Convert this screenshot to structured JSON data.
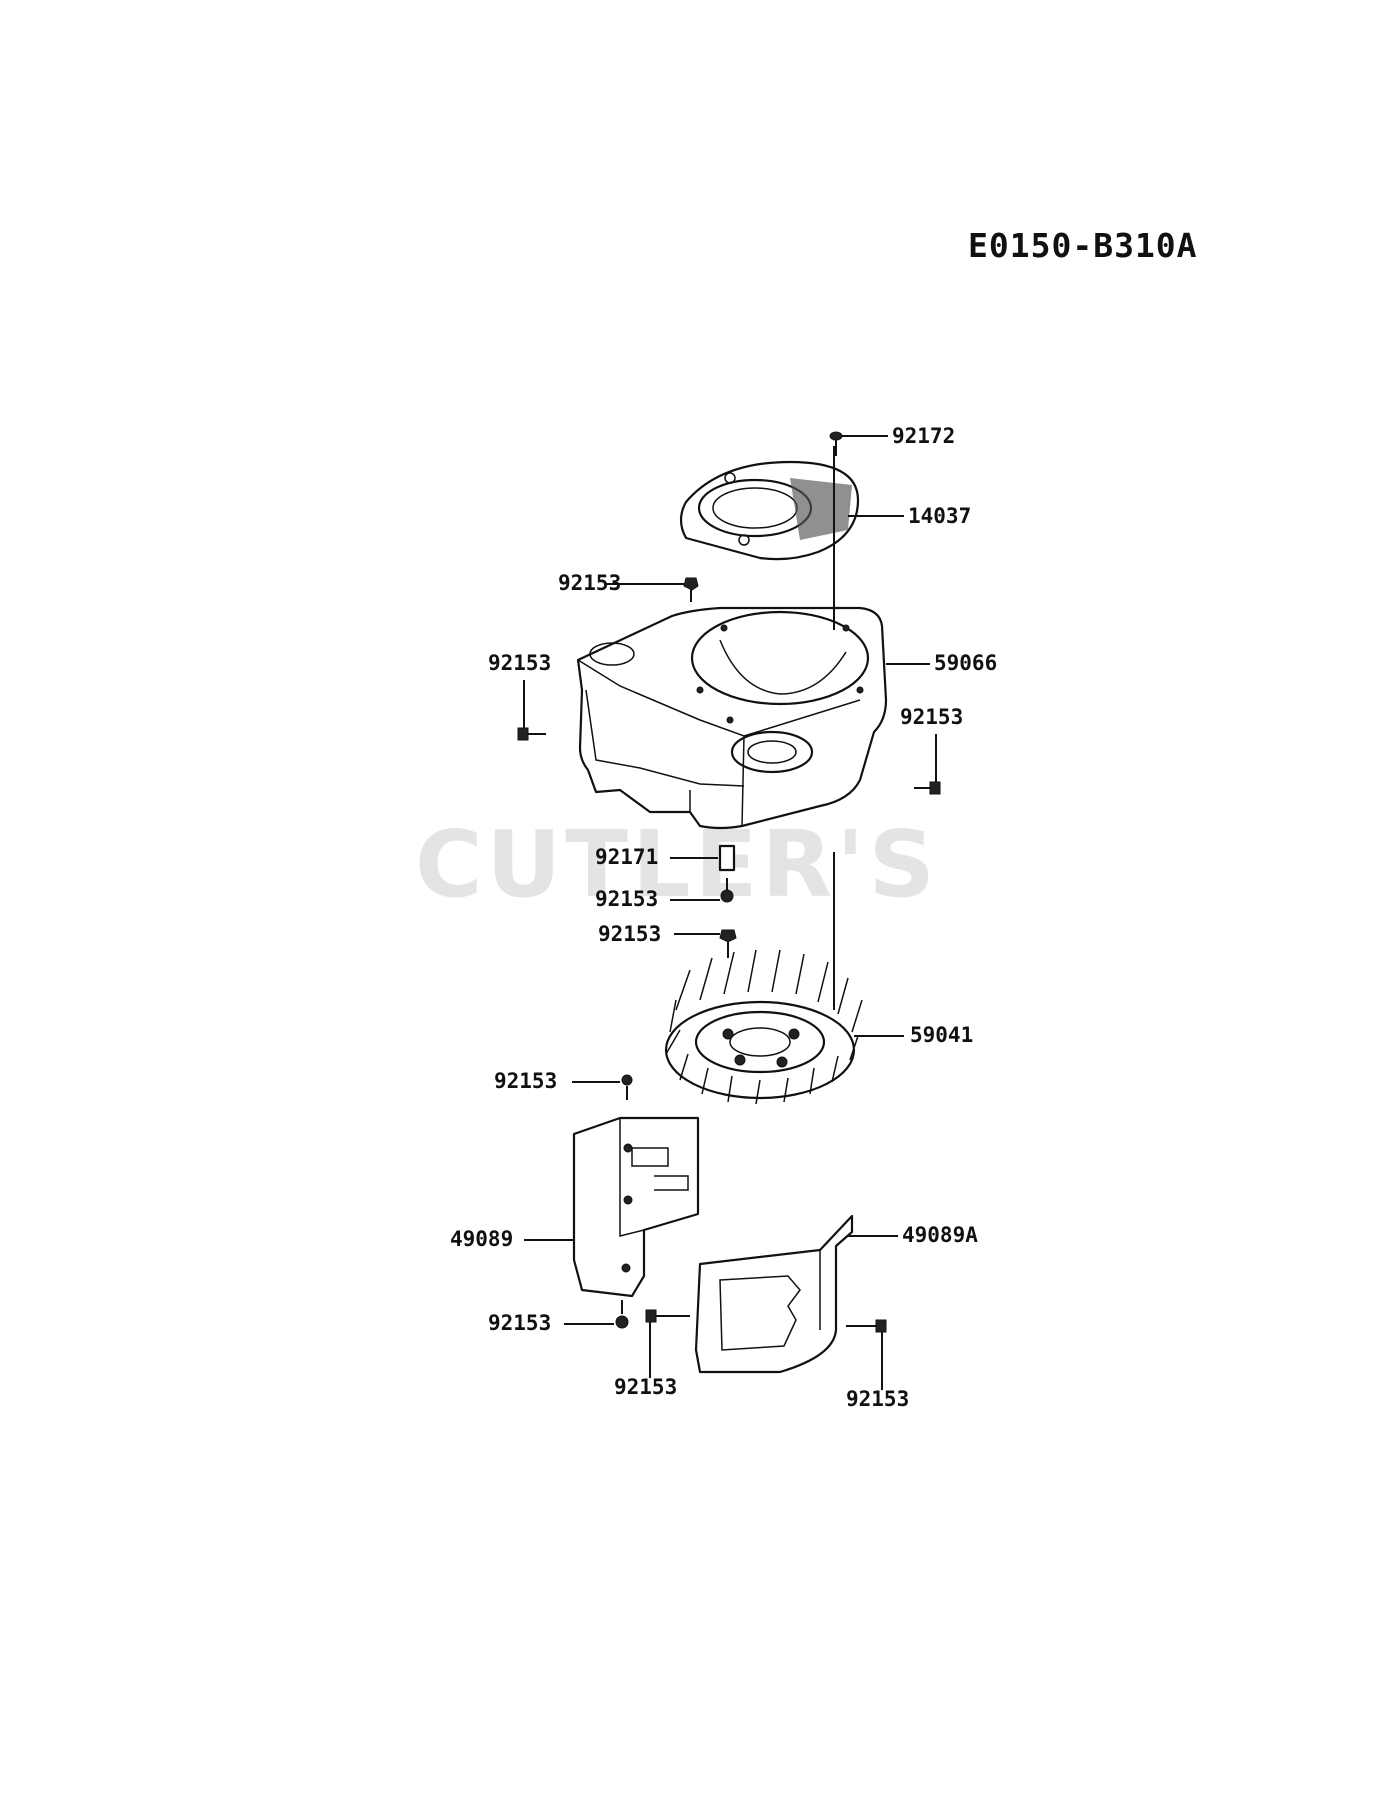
{
  "diagram": {
    "ref_code": "E0150-B310A",
    "watermark": "CUTLER'S",
    "parts": {
      "p92172": "92172",
      "p14037": "14037",
      "p92153_a": "92153",
      "p59066": "59066",
      "p92153_b": "92153",
      "p92153_c": "92153",
      "p92171": "92171",
      "p92153_d": "92153",
      "p92153_e": "92153",
      "p59041": "59041",
      "p92153_f": "92153",
      "p49089": "49089",
      "p49089A": "49089A",
      "p92153_g": "92153",
      "p92153_h": "92153",
      "p92153_i": "92153"
    }
  }
}
